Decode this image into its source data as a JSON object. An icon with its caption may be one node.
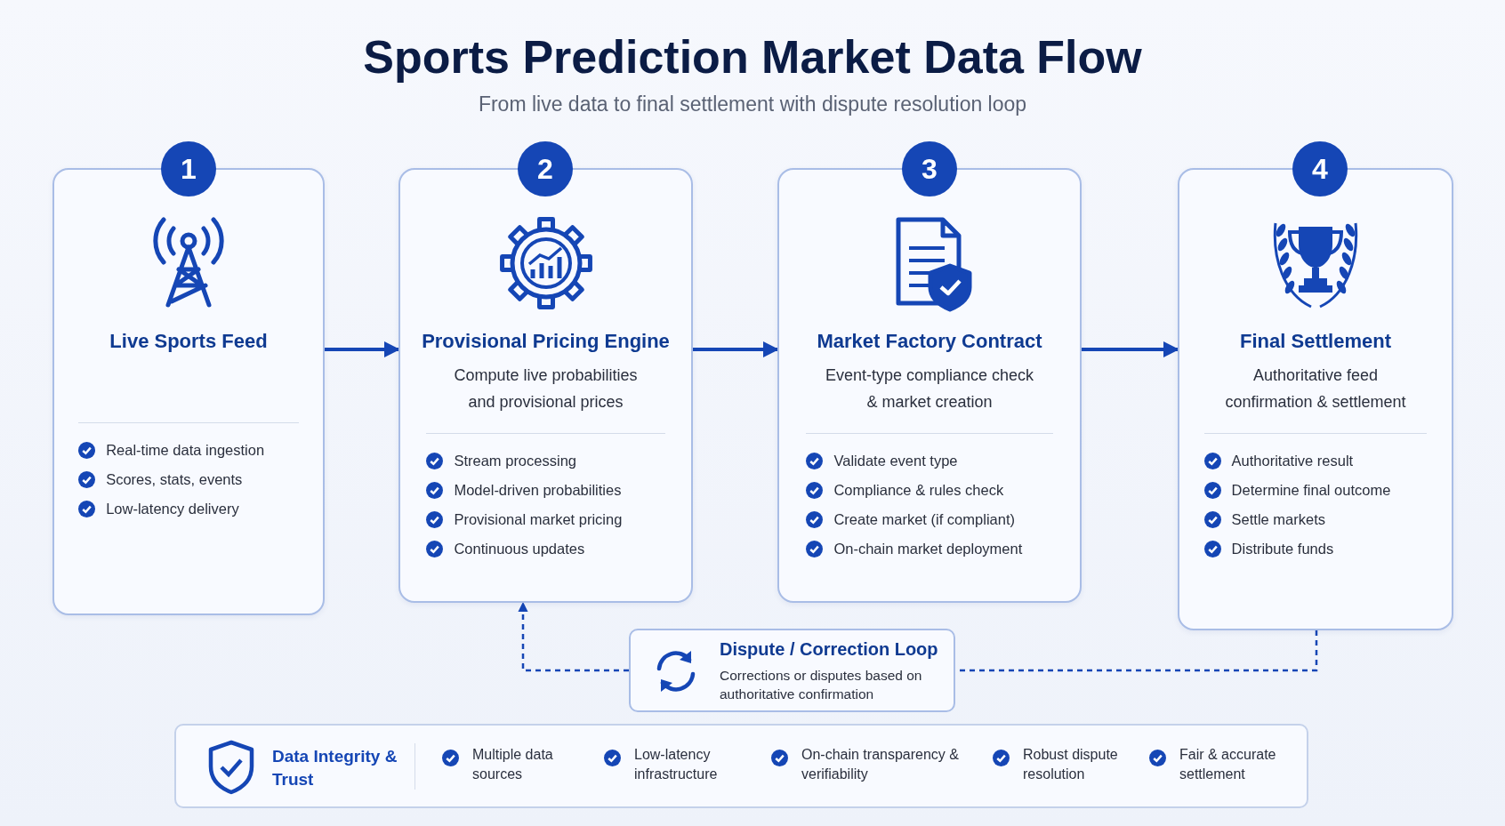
{
  "diagram": {
    "title": "Sports Prediction Market Data Flow",
    "nodes": [
      {
        "text": [
          "1"
        ]
      },
      {
        "text": [
          "Live Sports Feed",
          "Real-time data ingestion",
          "Scores, stats, events",
          "Low-latency delivery"
        ]
      },
      {
        "text": [
          "2"
        ]
      },
      {
        "text": [
          "Provisional Pricing Engine",
          "Compute live probabilities and provisional prices",
          "Stream processing",
          "Model-driven probabilities",
          "Provisional market pricing",
          "Continuous updates"
        ]
      },
      {
        "text": [
          "3"
        ]
      },
      {
        "text": [
          "Market Factory Contract",
          "Event-type compliance check & market creation",
          "Validate event type",
          "Compliance & rules check",
          "Create market (if compliant)",
          "On-chain market deployment"
        ]
      },
      {
        "text": [
          "4"
        ]
      },
      {
        "text": [
          "Final Settlement",
          "Authoritative feed confirmation & settlement",
          "Authoritative result",
          "Determine final outcome",
          "Settle markets",
          "Distribute funds"
        ]
      },
      {
        "text": [
          "Dispute / Correction Loop",
          "Corrections or disputes based on authoritative confirmation"
        ]
      },
      {
        "text": [
          "Data Integrity & Trust",
          "Multiple data sources",
          "Low-latency infrastructure",
          "On-chain transparency & verifiability",
          "Robust dispute resolution",
          "Fair & accurate settlement"
        ]
      }
    ],
    "edges": [
      {
        "from": 1,
        "to": 3,
        "arrow": "to"
      },
      {
        "from": 3,
        "to": 5,
        "arrow": "to"
      },
      {
        "from": 5,
        "to": 7,
        "arrow": "to"
      },
      {
        "from": 7,
        "to": 8,
        "arrow": "none",
        "style": "dashed"
      },
      {
        "from": 8,
        "to": 3,
        "arrow": "to",
        "style": "dashed"
      }
    ],
    "labels": [
      "From live data to final settlement with dispute resolution loop"
    ]
  }
}
